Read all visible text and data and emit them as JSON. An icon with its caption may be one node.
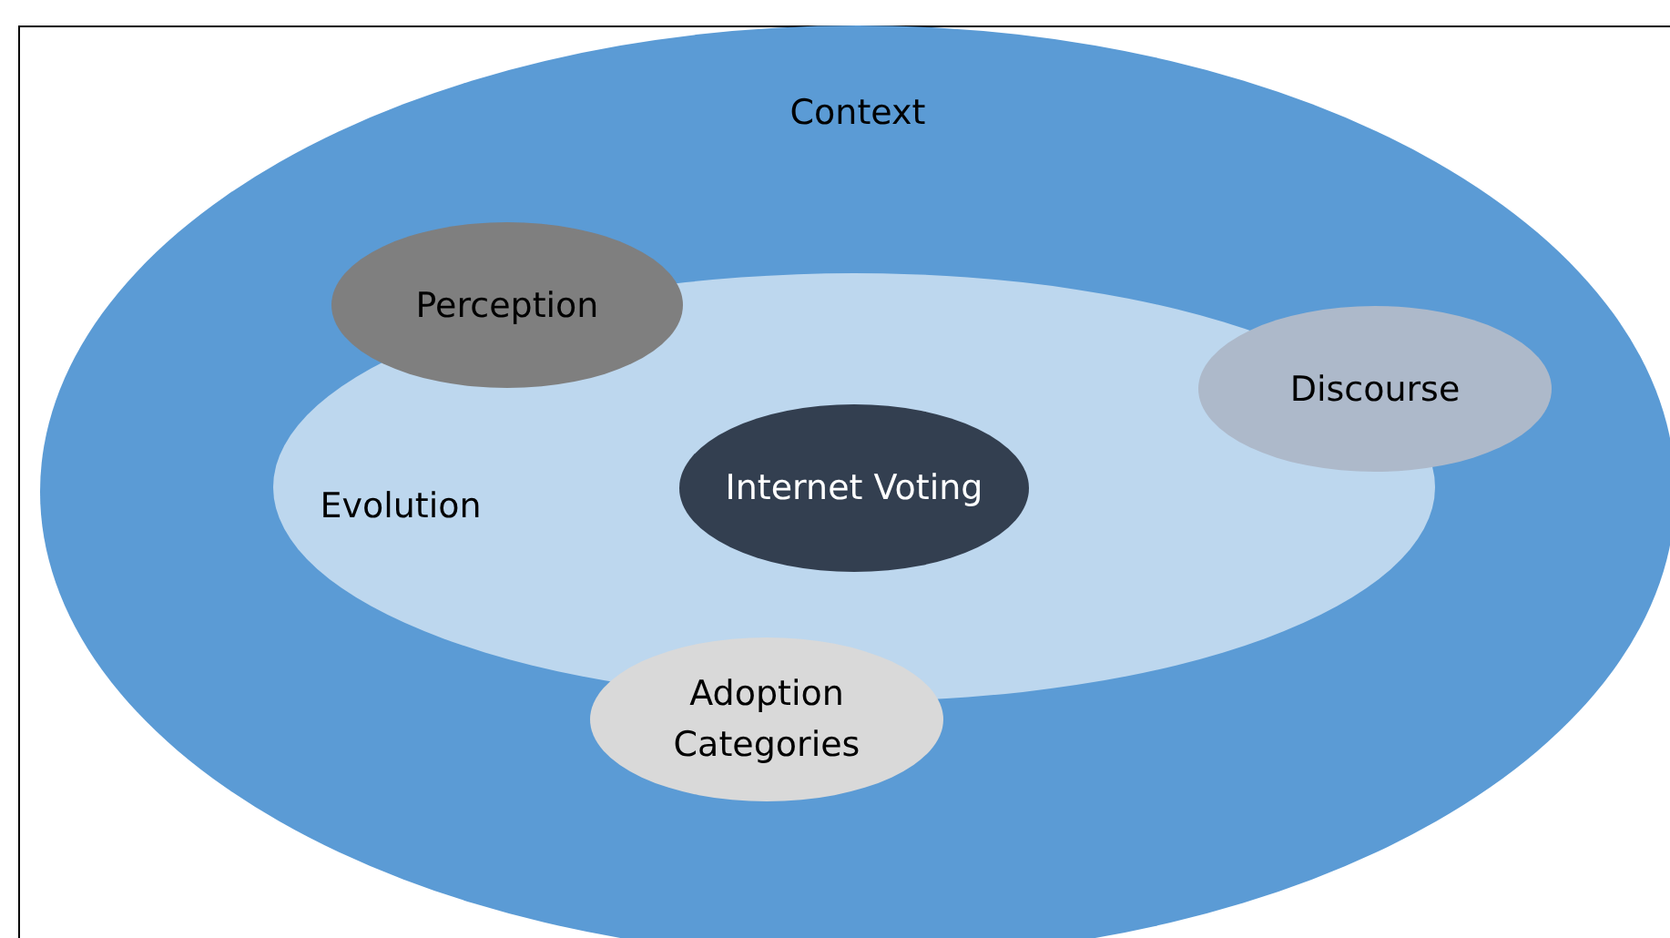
{
  "diagram": {
    "nodes": [
      {
        "text": [
          "Context"
        ]
      },
      {
        "text": [
          "Perception"
        ],
        "in": 0
      },
      {
        "text": [
          "Discourse"
        ],
        "in": 0
      },
      {
        "text": [
          "Evolution"
        ],
        "in": 0
      },
      {
        "text": [
          "Internet Voting"
        ],
        "in": 3
      },
      {
        "text": [
          "Adoption Categories"
        ],
        "in": 0
      }
    ]
  }
}
